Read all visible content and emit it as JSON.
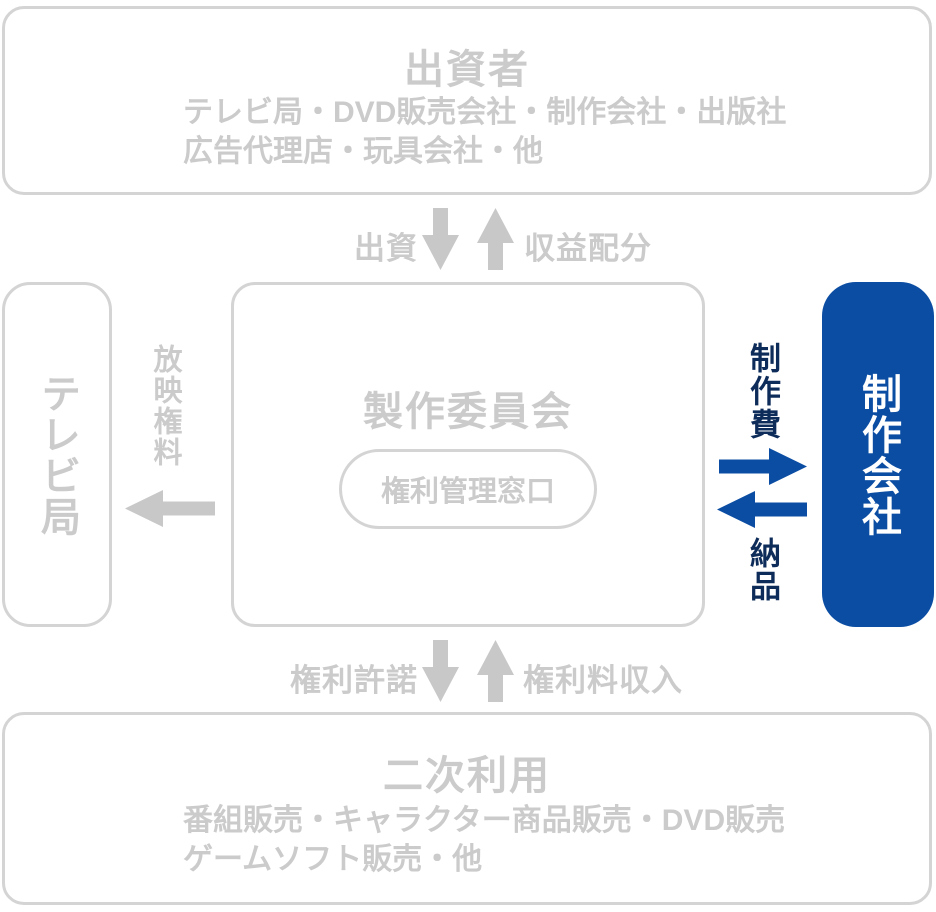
{
  "diagram": {
    "investors": {
      "title": "出資者",
      "members_line1": "テレビ局・DVD販売会社・制作会社・出版社",
      "members_line2": "広告代理店・玩具会社・他"
    },
    "flows": {
      "invest": "出資",
      "profit_share": "収益配分",
      "broadcast_fee": "放映権料",
      "production_cost": "制作費",
      "delivery": "納品",
      "rights_license": "権利許諾",
      "rights_income": "権利料収入"
    },
    "tv_station": {
      "title": "テレビ局"
    },
    "committee": {
      "title": "製作委員会",
      "rights_desk": "権利管理窓口"
    },
    "production_company": {
      "title": "制作会社"
    },
    "secondary_use": {
      "title": "二次利用",
      "items_line1": "番組販売・キャラクター商品販売・DVD販売",
      "items_line2": "ゲームソフト販売・他"
    },
    "colors": {
      "gray_border": "#d4d4d4",
      "gray_text": "#cbcbcb",
      "gray_arrow": "#c8c8c8",
      "blue": "#0b4da3",
      "navy_label": "#0e2c5a",
      "white_text": "#ffffff"
    }
  }
}
